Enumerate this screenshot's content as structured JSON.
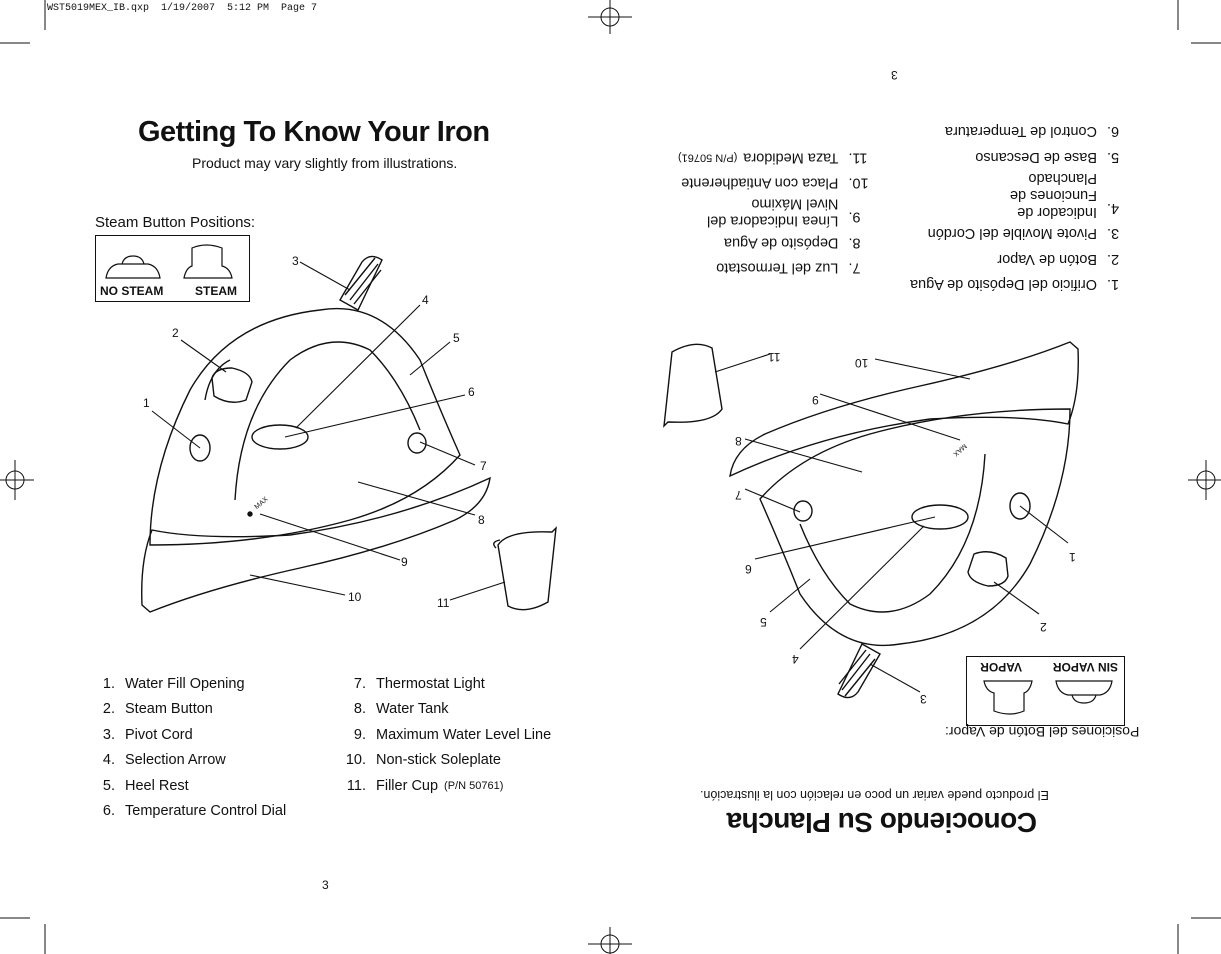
{
  "slug": "WST5019MEX_IB.qxp  1/19/2007  5:12 PM  Page 7",
  "english": {
    "title": "Getting To Know Your Iron",
    "subtitle": "Product may vary slightly from illustrations.",
    "steam_label": "Steam Button Positions:",
    "no_steam": "NO STEAM",
    "steam": "STEAM",
    "page_number": "3",
    "callouts": [
      "1",
      "2",
      "3",
      "4",
      "5",
      "6",
      "7",
      "8",
      "9",
      "10",
      "11"
    ],
    "max_mark": "MAX",
    "parts_left": [
      {
        "num": "1.",
        "label": "Water Fill Opening"
      },
      {
        "num": "2.",
        "label": "Steam Button"
      },
      {
        "num": "3.",
        "label": "Pivot Cord"
      },
      {
        "num": "4.",
        "label": "Selection Arrow"
      },
      {
        "num": "5.",
        "label": "Heel Rest"
      },
      {
        "num": "6.",
        "label": "Temperature Control Dial"
      }
    ],
    "parts_right": [
      {
        "num": "7.",
        "label": "Thermostat Light"
      },
      {
        "num": "8.",
        "label": "Water Tank"
      },
      {
        "num": "9.",
        "label": "Maximum Water Level Line"
      },
      {
        "num": "10.",
        "label": "Non-stick Soleplate"
      },
      {
        "num": "11.",
        "label": "Filler Cup",
        "pn": "(P/N 50761)"
      }
    ]
  },
  "spanish": {
    "title": "Conociendo Su Plancha",
    "subtitle": "El producto puede variar un poco en relación con la ilustración.",
    "steam_label": "Posiciones del Botón de Vapor:",
    "no_steam": "SIN VAPOR",
    "steam": "VAPOR",
    "page_number": "3",
    "callouts": [
      "1",
      "2",
      "3",
      "4",
      "5",
      "6",
      "7",
      "8",
      "9",
      "10",
      "11"
    ],
    "max_mark": "MAX",
    "parts_left": [
      {
        "num": "1.",
        "label": "Orificio del Depósito de Agua"
      },
      {
        "num": "2.",
        "label": "Botón de Vapor"
      },
      {
        "num": "3.",
        "label": "Pivote Movible del Cordón"
      },
      {
        "num": "4.",
        "label": "Indicador de Funciones de Planchado"
      },
      {
        "num": "5.",
        "label": "Base de Descanso"
      },
      {
        "num": "6.",
        "label": "Control de Temperatura"
      }
    ],
    "parts_right": [
      {
        "num": "7.",
        "label": "Luz del Termostato"
      },
      {
        "num": "8.",
        "label": "Depósito de Agua"
      },
      {
        "num": "9.",
        "label": "Línea Indicadora del Nivel Máximo"
      },
      {
        "num": "10.",
        "label": "Placa con Antiadherente"
      },
      {
        "num": "11.",
        "label": "Taza Medidora",
        "pn": "(P/N 50761)"
      }
    ]
  }
}
